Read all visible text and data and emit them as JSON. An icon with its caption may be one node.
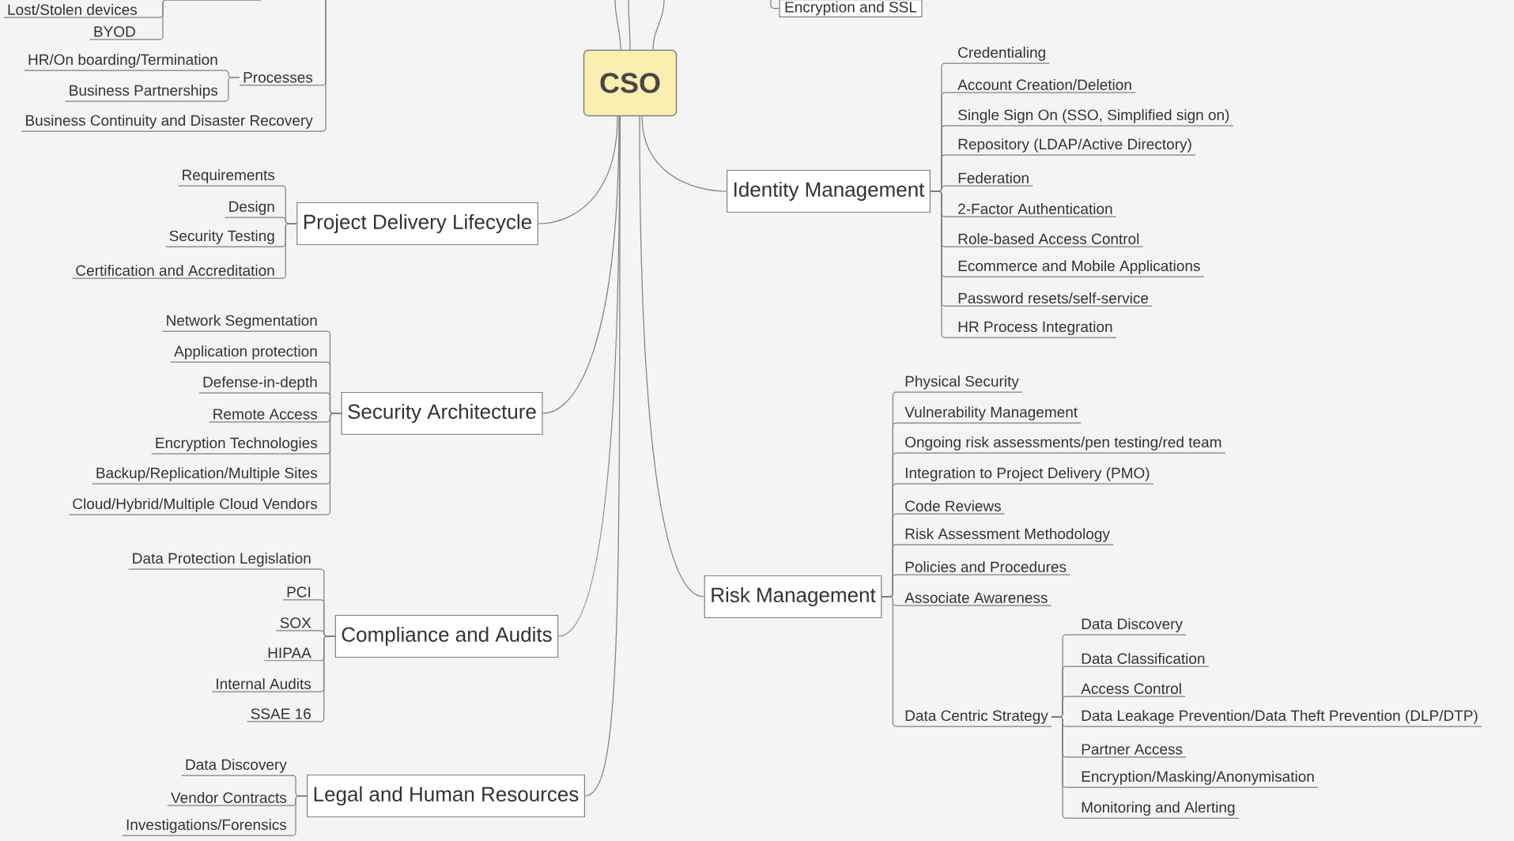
{
  "diagram": {
    "nodes": [
      {
        "text": [
          "Lost/Stolen devices"
        ]
      },
      {
        "text": [
          "BYOD"
        ]
      },
      {
        "text": [
          "Processes"
        ]
      },
      {
        "text": [
          "HR/On boarding/Termination"
        ]
      },
      {
        "text": [
          "Business Partnerships"
        ]
      },
      {
        "text": [
          "Business Continuity and Disaster Recovery"
        ]
      },
      {
        "text": [
          "Encryption and SSL"
        ]
      },
      {
        "text": [
          "CSO"
        ]
      },
      {
        "text": [
          "Project Delivery Lifecycle"
        ]
      },
      {
        "text": [
          "Requirements"
        ]
      },
      {
        "text": [
          "Design"
        ]
      },
      {
        "text": [
          "Security Testing"
        ]
      },
      {
        "text": [
          "Certification and Accreditation"
        ]
      },
      {
        "text": [
          "Security Architecture"
        ]
      },
      {
        "text": [
          "Network Segmentation"
        ]
      },
      {
        "text": [
          "Application protection"
        ]
      },
      {
        "text": [
          "Defense-in-depth"
        ]
      },
      {
        "text": [
          "Remote Access"
        ]
      },
      {
        "text": [
          "Encryption Technologies"
        ]
      },
      {
        "text": [
          "Backup/Replication/Multiple Sites"
        ]
      },
      {
        "text": [
          "Cloud/Hybrid/Multiple Cloud Vendors"
        ]
      },
      {
        "text": [
          "Compliance and Audits"
        ]
      },
      {
        "text": [
          "Data Protection Legislation"
        ]
      },
      {
        "text": [
          "PCI"
        ]
      },
      {
        "text": [
          "SOX"
        ]
      },
      {
        "text": [
          "HIPAA"
        ]
      },
      {
        "text": [
          "Internal Audits"
        ]
      },
      {
        "text": [
          "SSAE 16"
        ]
      },
      {
        "text": [
          "Legal and Human Resources"
        ]
      },
      {
        "text": [
          "Data Discovery"
        ]
      },
      {
        "text": [
          "Vendor Contracts"
        ]
      },
      {
        "text": [
          "Investigations/Forensics"
        ]
      },
      {
        "text": [
          "Identity Management"
        ]
      },
      {
        "text": [
          "Credentialing"
        ]
      },
      {
        "text": [
          "Account Creation/Deletion"
        ]
      },
      {
        "text": [
          "Single Sign On (SSO, Simplified sign on)"
        ]
      },
      {
        "text": [
          "Repository (LDAP/Active Directory)"
        ]
      },
      {
        "text": [
          "Federation"
        ]
      },
      {
        "text": [
          "2-Factor Authentication"
        ]
      },
      {
        "text": [
          "Role-based Access Control"
        ]
      },
      {
        "text": [
          "Ecommerce and Mobile Applications"
        ]
      },
      {
        "text": [
          "Password resets/self-service"
        ]
      },
      {
        "text": [
          "HR Process Integration"
        ]
      },
      {
        "text": [
          "Risk Management"
        ]
      },
      {
        "text": [
          "Physical Security"
        ]
      },
      {
        "text": [
          "Vulnerability Management"
        ]
      },
      {
        "text": [
          "Ongoing risk assessments/pen testing/red team"
        ]
      },
      {
        "text": [
          "Integration to Project Delivery (PMO)"
        ]
      },
      {
        "text": [
          "Code Reviews"
        ]
      },
      {
        "text": [
          "Risk Assessment Methodology"
        ]
      },
      {
        "text": [
          "Policies and Procedures"
        ]
      },
      {
        "text": [
          "Associate Awareness"
        ]
      },
      {
        "text": [
          "Data Centric Strategy"
        ]
      },
      {
        "text": [
          "Data Discovery"
        ]
      },
      {
        "text": [
          "Data Classification"
        ]
      },
      {
        "text": [
          "Access Control"
        ]
      },
      {
        "text": [
          "Data Leakage Prevention/Data Theft Prevention (DLP/DTP)"
        ]
      },
      {
        "text": [
          "Partner Access"
        ]
      },
      {
        "text": [
          "Encryption/Masking/Anonymisation"
        ]
      },
      {
        "text": [
          "Monitoring and Alerting"
        ]
      }
    ],
    "edges": [
      {
        "from": null,
        "to": 0,
        "arrow": "none"
      },
      {
        "from": null,
        "to": 1,
        "arrow": "none"
      },
      {
        "from": null,
        "to": 2,
        "arrow": "none"
      },
      {
        "from": 2,
        "to": 3,
        "arrow": "none"
      },
      {
        "from": 2,
        "to": 4,
        "arrow": "none"
      },
      {
        "from": null,
        "to": 5,
        "arrow": "none"
      },
      {
        "from": null,
        "to": 6,
        "arrow": "none"
      },
      {
        "from": 7,
        "to": null,
        "arrow": "none"
      },
      {
        "from": 7,
        "to": null,
        "arrow": "none"
      },
      {
        "from": 7,
        "to": null,
        "arrow": "none"
      },
      {
        "from": 7,
        "to": 8,
        "arrow": "none"
      },
      {
        "from": 8,
        "to": 9,
        "arrow": "none"
      },
      {
        "from": 8,
        "to": 10,
        "arrow": "none"
      },
      {
        "from": 8,
        "to": 11,
        "arrow": "none"
      },
      {
        "from": 8,
        "to": 12,
        "arrow": "none"
      },
      {
        "from": 7,
        "to": 13,
        "arrow": "none"
      },
      {
        "from": 13,
        "to": 14,
        "arrow": "none"
      },
      {
        "from": 13,
        "to": 15,
        "arrow": "none"
      },
      {
        "from": 13,
        "to": 16,
        "arrow": "none"
      },
      {
        "from": 13,
        "to": 17,
        "arrow": "none"
      },
      {
        "from": 13,
        "to": 18,
        "arrow": "none"
      },
      {
        "from": 13,
        "to": 19,
        "arrow": "none"
      },
      {
        "from": 13,
        "to": 20,
        "arrow": "none"
      },
      {
        "from": 7,
        "to": 21,
        "arrow": "none"
      },
      {
        "from": 21,
        "to": 22,
        "arrow": "none"
      },
      {
        "from": 21,
        "to": 23,
        "arrow": "none"
      },
      {
        "from": 21,
        "to": 24,
        "arrow": "none"
      },
      {
        "from": 21,
        "to": 25,
        "arrow": "none"
      },
      {
        "from": 21,
        "to": 26,
        "arrow": "none"
      },
      {
        "from": 21,
        "to": 27,
        "arrow": "none"
      },
      {
        "from": 7,
        "to": 28,
        "arrow": "none"
      },
      {
        "from": 28,
        "to": 29,
        "arrow": "none"
      },
      {
        "from": 28,
        "to": 30,
        "arrow": "none"
      },
      {
        "from": 28,
        "to": 31,
        "arrow": "none"
      },
      {
        "from": 7,
        "to": 32,
        "arrow": "none"
      },
      {
        "from": 32,
        "to": 33,
        "arrow": "none"
      },
      {
        "from": 32,
        "to": 34,
        "arrow": "none"
      },
      {
        "from": 32,
        "to": 35,
        "arrow": "none"
      },
      {
        "from": 32,
        "to": 36,
        "arrow": "none"
      },
      {
        "from": 32,
        "to": 37,
        "arrow": "none"
      },
      {
        "from": 32,
        "to": 38,
        "arrow": "none"
      },
      {
        "from": 32,
        "to": 39,
        "arrow": "none"
      },
      {
        "from": 32,
        "to": 40,
        "arrow": "none"
      },
      {
        "from": 32,
        "to": 41,
        "arrow": "none"
      },
      {
        "from": 32,
        "to": 42,
        "arrow": "none"
      },
      {
        "from": 7,
        "to": 43,
        "arrow": "none"
      },
      {
        "from": 43,
        "to": 44,
        "arrow": "none"
      },
      {
        "from": 43,
        "to": 45,
        "arrow": "none"
      },
      {
        "from": 43,
        "to": 46,
        "arrow": "none"
      },
      {
        "from": 43,
        "to": 47,
        "arrow": "none"
      },
      {
        "from": 43,
        "to": 48,
        "arrow": "none"
      },
      {
        "from": 43,
        "to": 49,
        "arrow": "none"
      },
      {
        "from": 43,
        "to": 50,
        "arrow": "none"
      },
      {
        "from": 43,
        "to": 51,
        "arrow": "none"
      },
      {
        "from": 43,
        "to": 52,
        "arrow": "none"
      },
      {
        "from": 52,
        "to": 53,
        "arrow": "none"
      },
      {
        "from": 52,
        "to": 54,
        "arrow": "none"
      },
      {
        "from": 52,
        "to": 55,
        "arrow": "none"
      },
      {
        "from": 52,
        "to": 56,
        "arrow": "none"
      },
      {
        "from": 52,
        "to": 57,
        "arrow": "none"
      },
      {
        "from": 52,
        "to": 58,
        "arrow": "none"
      },
      {
        "from": 52,
        "to": 59,
        "arrow": "none"
      }
    ]
  }
}
